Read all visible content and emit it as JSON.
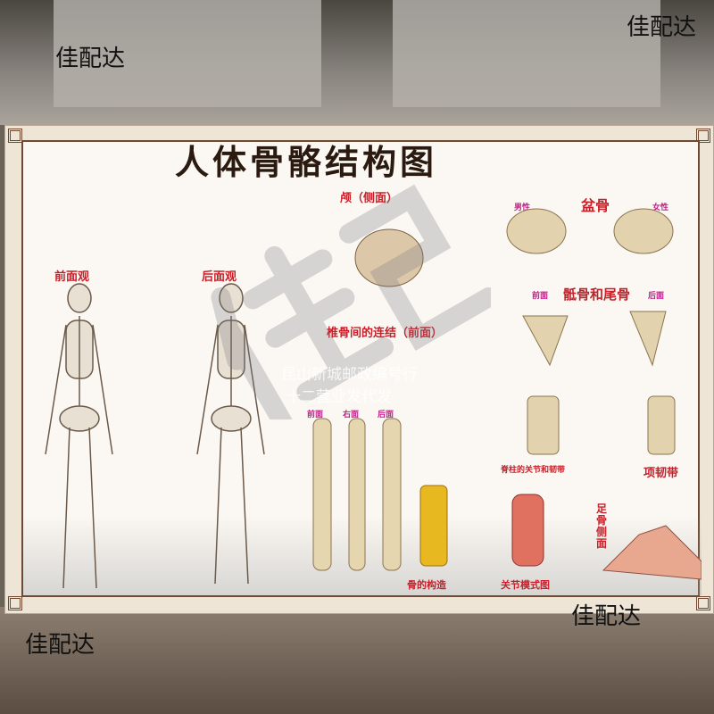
{
  "watermarks": {
    "top_left": "佳配达",
    "top_right": "佳配达",
    "bottom_left": "佳配达",
    "bottom_right": "佳配达",
    "center": "佳配达"
  },
  "overlay_text": [
    "昆山新城邮政编号行",
    "十二营业发代发"
  ],
  "poster": {
    "title": "人体骨骼结构图",
    "sections": {
      "skull": "颅（侧面）",
      "front_view": "前面观",
      "back_view": "后面观",
      "vertebral": "椎骨间的连结（前面）",
      "pelvis": "盆骨",
      "male": "男性",
      "female": "女性",
      "sacrum": "骶骨和尾骨",
      "sacrum_front": "前面",
      "sacrum_back": "后面",
      "spine_joints": "脊柱的关节和韧带",
      "nuchal": "项韧带",
      "bone_structure": "骨的构造",
      "joint_model": "关节模式图",
      "foot": "足骨侧面",
      "spine_front": "前面",
      "spine_right": "右面",
      "spine_back": "后面"
    }
  }
}
